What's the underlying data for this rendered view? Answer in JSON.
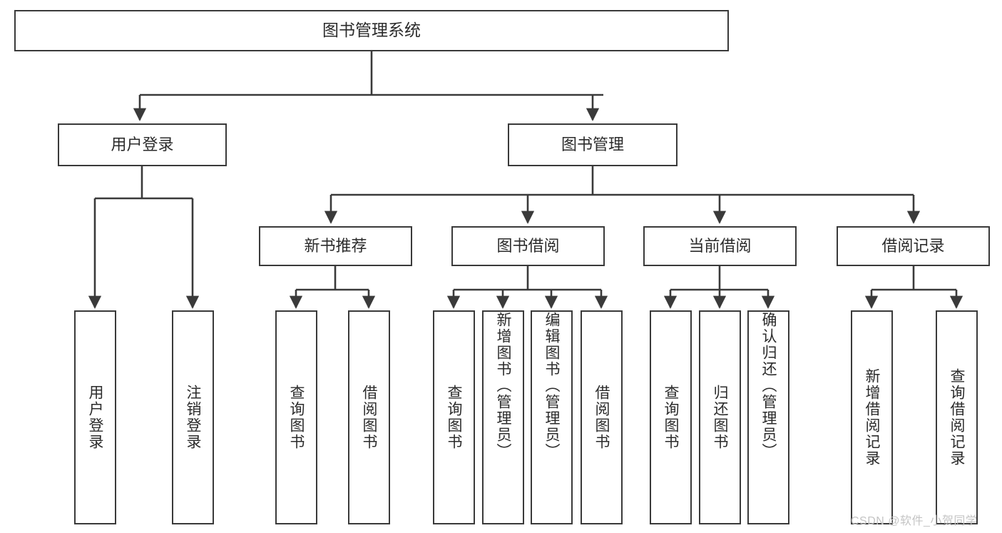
{
  "diagram": {
    "title": "图书管理系统",
    "type": "tree-hierarchy-chart",
    "watermark": "CSDN @软件_小贺同学",
    "colors": {
      "background": "#ffffff",
      "box_border": "#3a3a3a",
      "box_fill": "#ffffff",
      "text": "#2b2b2b",
      "edge": "#3a3a3a",
      "watermark": "#c4c4c4"
    },
    "nodes": {
      "root": {
        "label": "图书管理系统"
      },
      "level1": [
        {
          "label": "用户登录"
        },
        {
          "label": "图书管理"
        }
      ],
      "level2": [
        {
          "label": "新书推荐"
        },
        {
          "label": "图书借阅"
        },
        {
          "label": "当前借阅"
        },
        {
          "label": "借阅记录"
        }
      ],
      "leaves": {
        "user_login": [
          {
            "label": "用户登录"
          },
          {
            "label": "注销登录"
          }
        ],
        "new_book_recommend": [
          {
            "label": "查询图书"
          },
          {
            "label": "借阅图书"
          }
        ],
        "book_borrow": [
          {
            "label": "查询图书"
          },
          {
            "label": "新增图书（管理员）"
          },
          {
            "label": "编辑图书（管理员）"
          },
          {
            "label": "借阅图书"
          }
        ],
        "current_borrow": [
          {
            "label": "查询图书"
          },
          {
            "label": "归还图书"
          },
          {
            "label": "确认归还（管理员）"
          }
        ],
        "borrow_record": [
          {
            "label": "新增借阅记录"
          },
          {
            "label": "查询借阅记录"
          }
        ]
      }
    }
  }
}
